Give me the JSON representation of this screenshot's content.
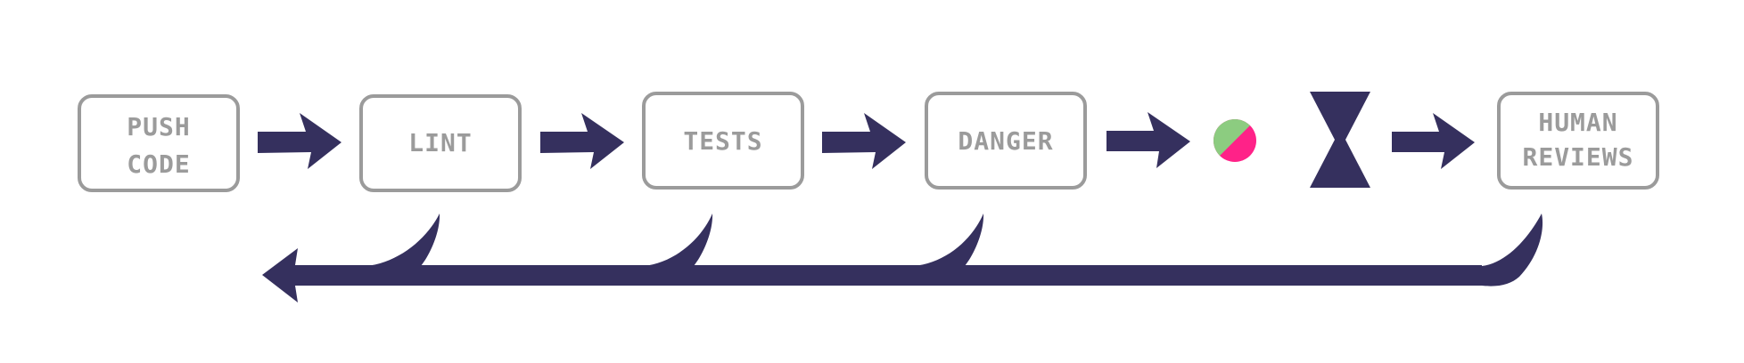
{
  "stages": [
    {
      "lines": [
        "PUSH",
        "CODE"
      ]
    },
    {
      "lines": [
        "LINT"
      ]
    },
    {
      "lines": [
        "TESTS"
      ]
    },
    {
      "lines": [
        "DANGER"
      ]
    },
    {
      "lines": [
        "HUMAN",
        "REVIEWS"
      ]
    }
  ],
  "icons": {
    "status": "status-circle-icon",
    "wait": "hourglass-icon"
  },
  "colors": {
    "flow": "#35305e",
    "box_stroke": "#9b9b9b",
    "label": "#9b9b9b",
    "status_green": "#8ccc80",
    "status_pink": "#ff2288"
  }
}
